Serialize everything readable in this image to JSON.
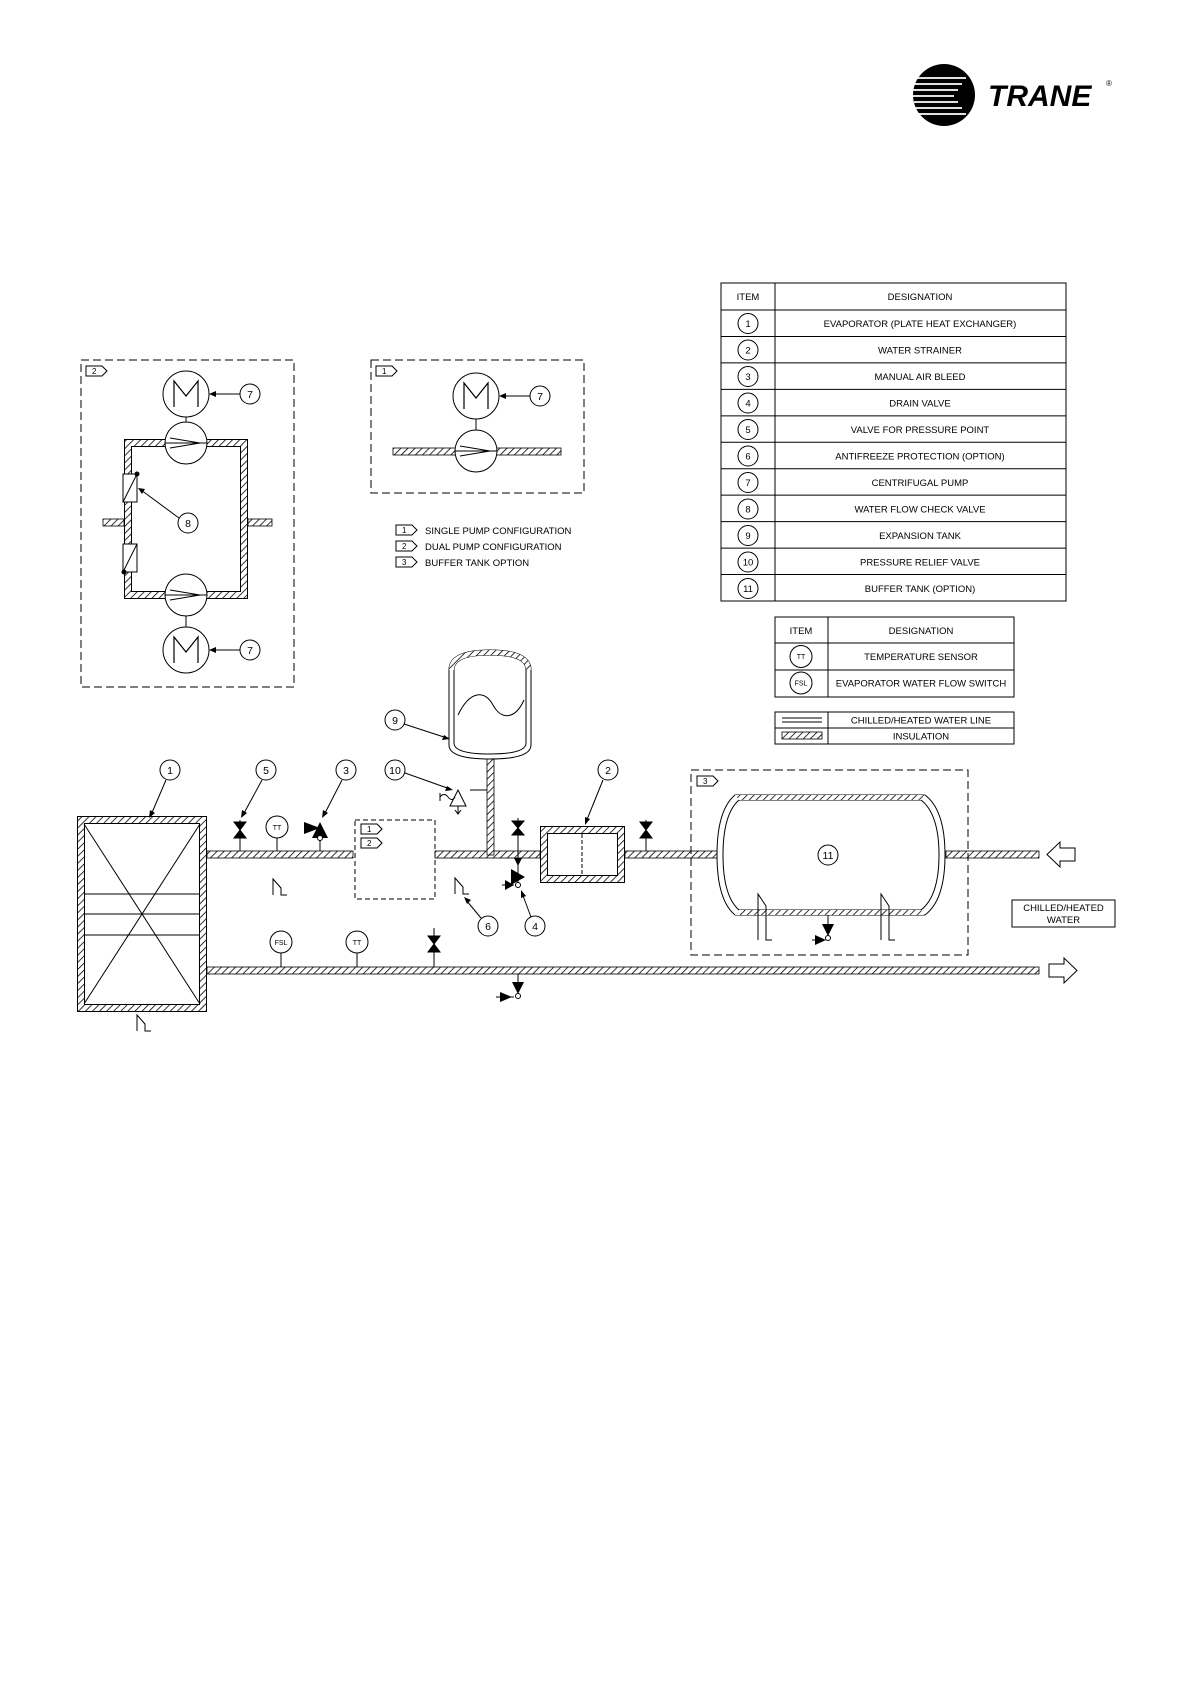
{
  "brand": {
    "name": "TRANE",
    "registered": "®"
  },
  "legend_items": {
    "header_item": "ITEM",
    "header_designation": "DESIGNATION",
    "rows": [
      {
        "item": "1",
        "designation": "EVAPORATOR (PLATE HEAT EXCHANGER)"
      },
      {
        "item": "2",
        "designation": "WATER STRAINER"
      },
      {
        "item": "3",
        "designation": "MANUAL AIR BLEED"
      },
      {
        "item": "4",
        "designation": "DRAIN VALVE"
      },
      {
        "item": "5",
        "designation": "VALVE FOR PRESSURE POINT"
      },
      {
        "item": "6",
        "designation": "ANTIFREEZE PROTECTION (OPTION)"
      },
      {
        "item": "7",
        "designation": "CENTRIFUGAL PUMP"
      },
      {
        "item": "8",
        "designation": "WATER FLOW CHECK VALVE"
      },
      {
        "item": "9",
        "designation": "EXPANSION TANK"
      },
      {
        "item": "10",
        "designation": "PRESSURE RELIEF VALVE"
      },
      {
        "item": "11",
        "designation": "BUFFER TANK (OPTION)"
      }
    ]
  },
  "legend_sensors": {
    "header_item": "ITEM",
    "header_designation": "DESIGNATION",
    "rows": [
      {
        "symbol": "TT",
        "designation": "TEMPERATURE SENSOR"
      },
      {
        "symbol": "FSL",
        "designation": "EVAPORATOR WATER FLOW SWITCH"
      }
    ]
  },
  "legend_lines": {
    "water_line": "CHILLED/HEATED WATER LINE",
    "insulation": "INSULATION"
  },
  "config_notes": [
    {
      "tag": "1",
      "label": "SINGLE PUMP CONFIGURATION"
    },
    {
      "tag": "2",
      "label": "DUAL PUMP CONFIGURATION"
    },
    {
      "tag": "3",
      "label": "BUFFER TANK OPTION"
    }
  ],
  "diagram": {
    "box_tags": {
      "single": "1",
      "dual": "2",
      "buffer": "3",
      "slot_a": "1",
      "slot_b": "2"
    },
    "balloons": {
      "evaporator": "1",
      "strainer": "2",
      "air_bleed": "3",
      "drain_valve": "4",
      "pressure_point": "5",
      "antifreeze": "6",
      "pump": "7",
      "check_valve": "8",
      "expansion_tank": "9",
      "relief_valve": "10",
      "buffer_tank": "11"
    },
    "sensor_tt": "TT",
    "sensor_fsl": "FSL",
    "water_label_line1": "CHILLED/HEATED",
    "water_label_line2": "WATER"
  }
}
